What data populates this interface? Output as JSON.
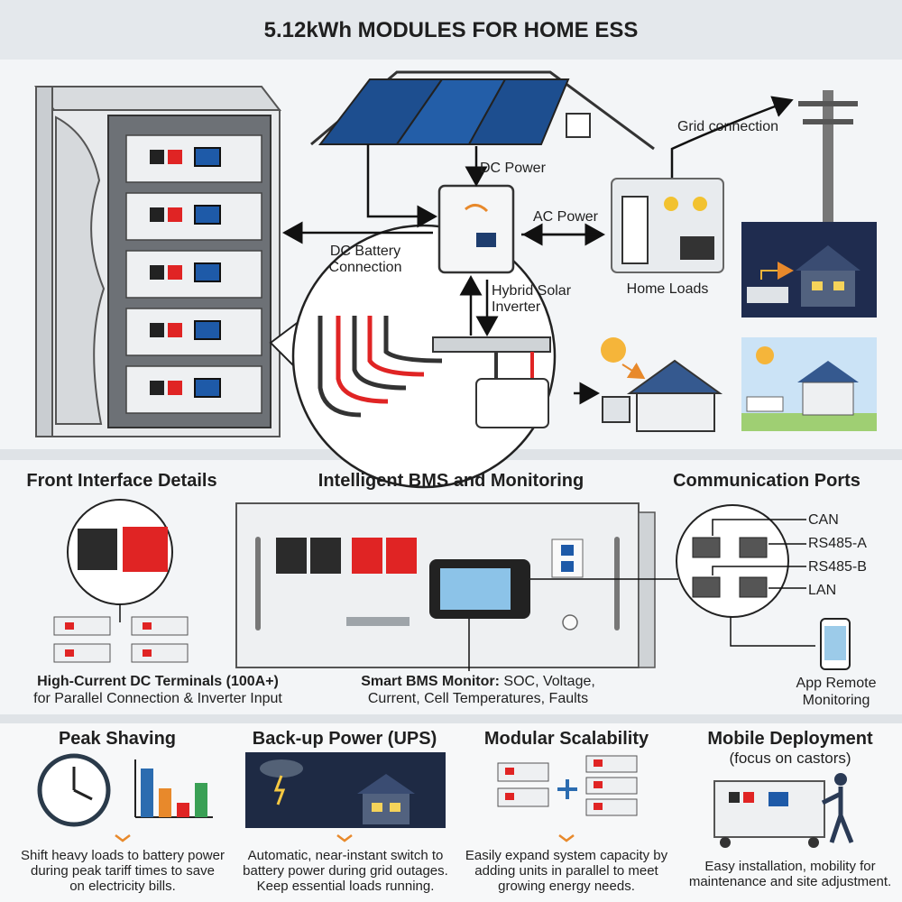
{
  "title": "5.12kWh MODULES FOR HOME ESS",
  "system": {
    "dc_power": "DC Power",
    "ac_power": "AC Power",
    "grid_connection": "Grid connection",
    "dc_battery_connection": "DC Battery\nConnection",
    "hybrid_inverter": "Hybrid Solar\nInverter",
    "home_loads": "Home Loads"
  },
  "details": {
    "front_interface": "Front Interface Details",
    "bms": "Intelligent BMS and Monitoring",
    "ports": "Communication Ports",
    "port_labels": [
      "CAN",
      "RS485-A",
      "RS485-B",
      "LAN"
    ],
    "terminals_bold": "High-Current DC Terminals (100A+)",
    "terminals_text": "for Parallel Connection & Inverter Input",
    "bms_bold": "Smart BMS Monitor:",
    "bms_text": " SOC, Voltage,",
    "bms_text2": "Current, Cell Temperatures, Faults",
    "app_remote": "App Remote\nMonitoring"
  },
  "features": [
    {
      "title": "Peak Shaving",
      "subtitle": "",
      "desc": "Shift heavy loads to battery power\nduring peak tariff times to save\non electricity bills."
    },
    {
      "title": "Back-up Power (UPS)",
      "subtitle": "",
      "desc": "Automatic, near-instant switch to\nbattery power during grid outages.\nKeep essential loads running."
    },
    {
      "title": "Modular Scalability",
      "subtitle": "",
      "desc": "Easily expand system capacity by\nadding units in parallel to meet\ngrowing energy needs."
    },
    {
      "title": "Mobile Deployment",
      "subtitle": "(focus on castors)",
      "desc": "Easy installation, mobility for\nmaintenance and site adjustment."
    }
  ],
  "colors": {
    "accent_red": "#e02424",
    "header_bg": "#e4e8ec",
    "panel_bg": "#f3f5f7",
    "arrow_orange": "#e8892b"
  }
}
